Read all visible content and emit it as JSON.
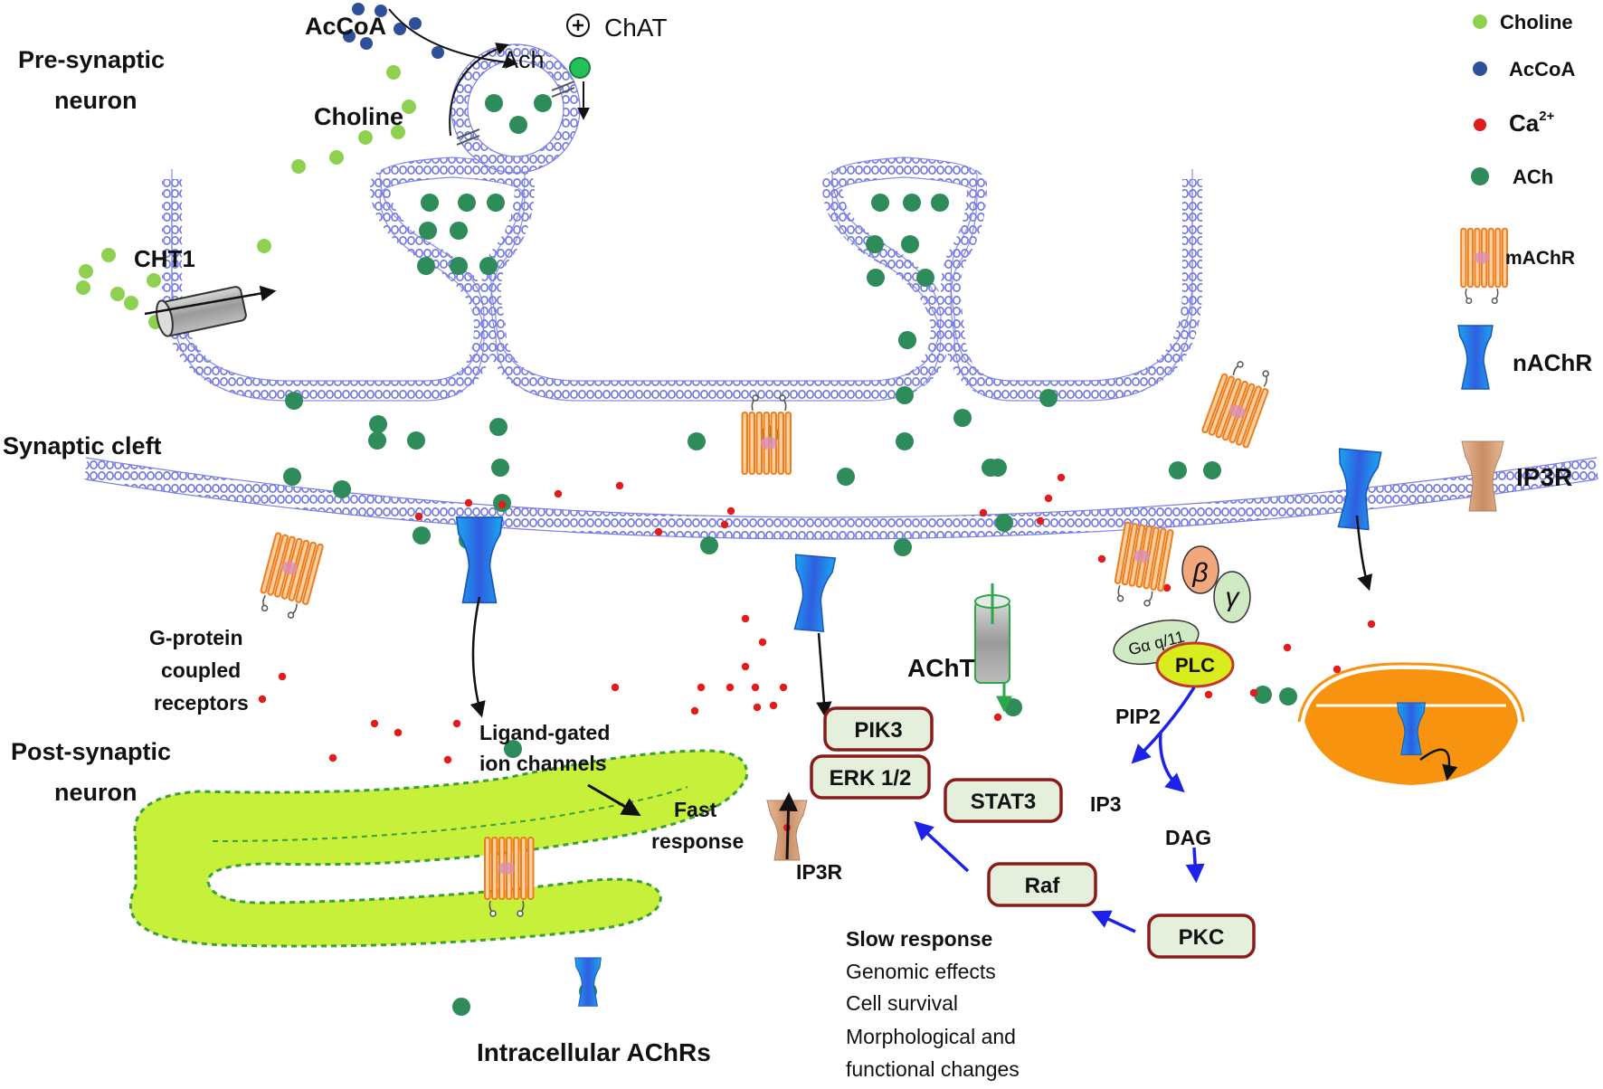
{
  "labels": {
    "presynaptic": [
      "Pre-synaptic",
      "neuron"
    ],
    "synaptic_cleft": "Synaptic cleft",
    "postsynaptic": [
      "Post-synaptic",
      "neuron"
    ],
    "acoa": "AcCoA",
    "chat": "ChAT",
    "ach": "Ach",
    "choline": "Choline",
    "cht1": "CHT1",
    "gpcr": [
      "G-protein",
      "coupled",
      "receptors"
    ],
    "ligand_gated": [
      "Ligand-gated",
      "ion channels"
    ],
    "fast_response": [
      "Fast",
      "response"
    ],
    "ip3r": "IP3R",
    "acht": "AChT",
    "pip2": "PIP2",
    "ip3": "IP3",
    "dag": "DAG",
    "slow_response_title": "Slow response",
    "slow_response_items": [
      "Genomic effects",
      "Cell survival",
      "Morphological and",
      "functional changes"
    ],
    "intracellular": "Intracellular AChRs",
    "beta": "β",
    "gamma": "γ",
    "galpha": "Gα q/11"
  },
  "boxes": {
    "pik3": "PIK3",
    "erk": "ERK 1/2",
    "stat3": "STAT3",
    "raf": "Raf",
    "pkc": "PKC",
    "plc": "PLC"
  },
  "legend": [
    {
      "label": "Choline",
      "icon": "choline-dot",
      "color": "#8ed04f"
    },
    {
      "label": "AcCoA",
      "icon": "accoa-dot",
      "color": "#2e4f9a"
    },
    {
      "label": "Ca2+",
      "icon": "calcium-dot",
      "color": "#e21b1b"
    },
    {
      "label": "ACh",
      "icon": "ach-dot",
      "color": "#2e8b5a"
    },
    {
      "label": "mAChR",
      "icon": "machr-icon",
      "color": "#f07c1c"
    },
    {
      "label": "nAChR",
      "icon": "nachr-icon",
      "color": "#1f8fe0"
    },
    {
      "label": "IP3R",
      "icon": "ip3r-icon",
      "color": "#d9a47f"
    }
  ],
  "colors": {
    "membrane": "#7a80e6",
    "choline": "#8ed04f",
    "ach": "#2e8b5a",
    "accoa": "#2e4f9a",
    "calcium": "#e21b1b",
    "box_border": "#8b1a1a",
    "box_fill": "#e4efdc",
    "arrow_blue": "#1c22e8",
    "er": "#c6f03a",
    "mito": "#f7930f"
  }
}
